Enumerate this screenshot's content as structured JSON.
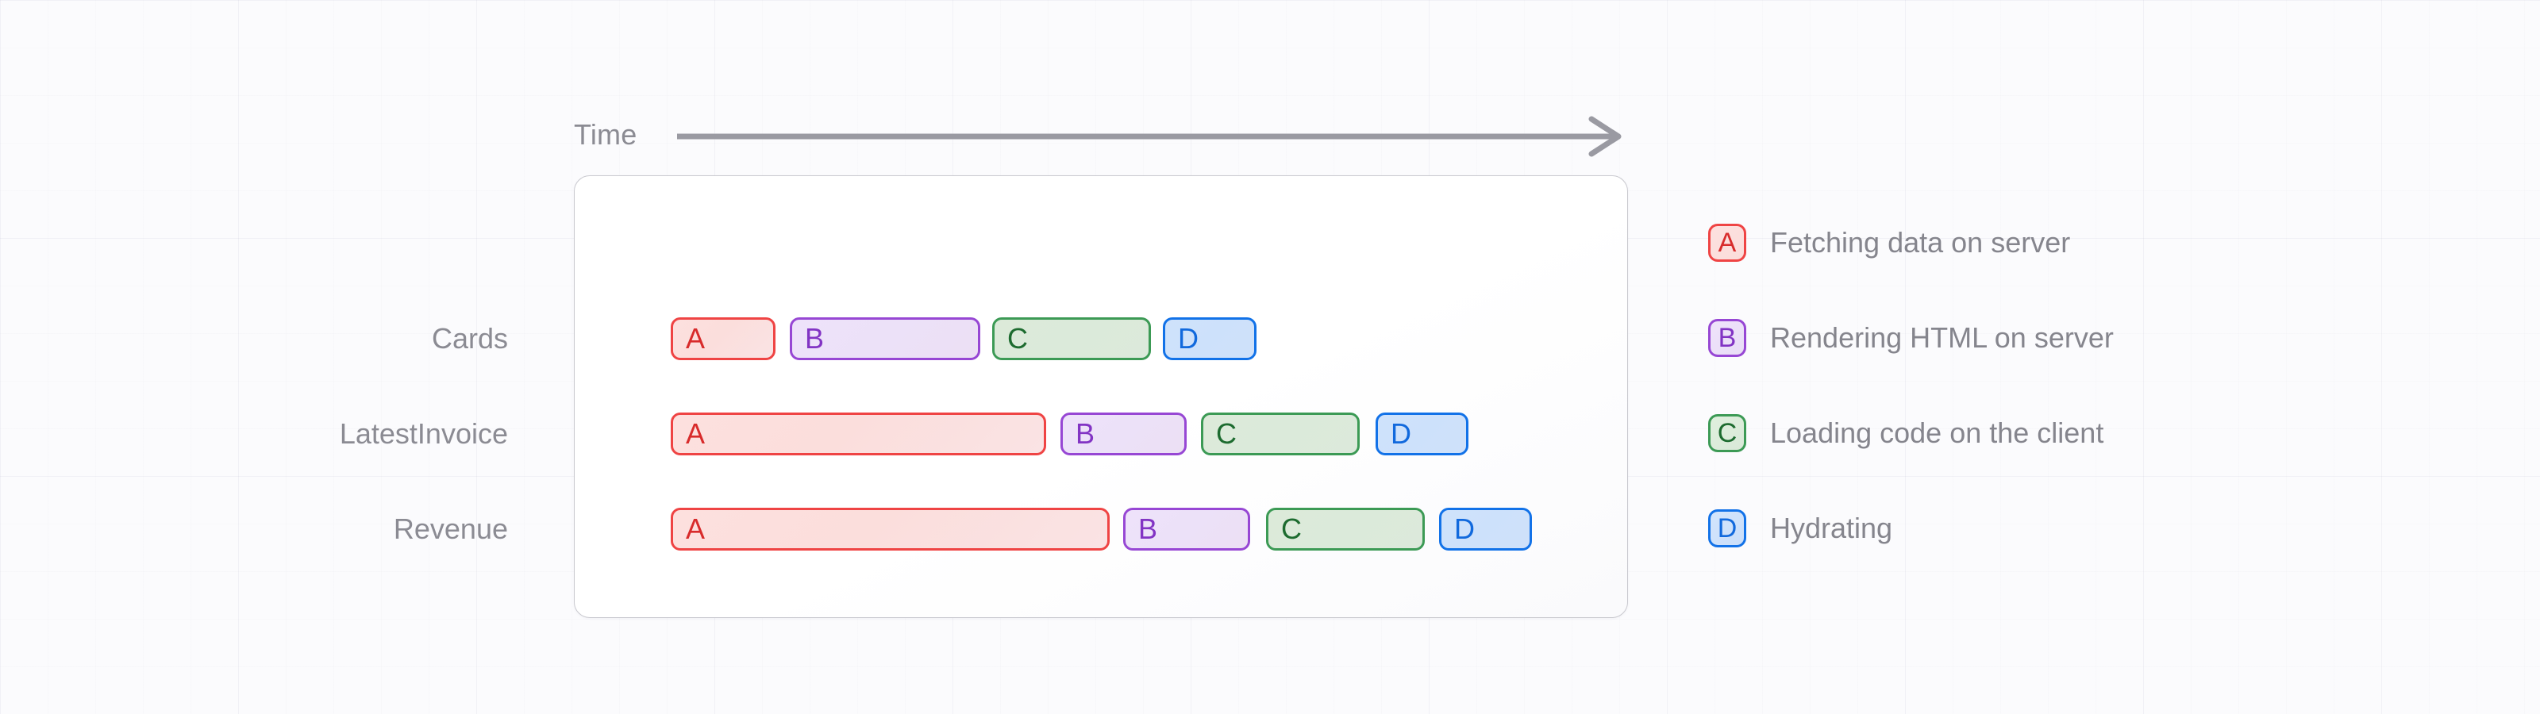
{
  "axis": {
    "label": "Time",
    "arrow_icon": "arrow-right-icon",
    "arrow_color": "#9a9aa2"
  },
  "diagram": {
    "type": "timeline-gantt",
    "steps": [
      {
        "key": "A",
        "letter": "A",
        "label": "Fetching data on server",
        "color": "#ef4444"
      },
      {
        "key": "B",
        "letter": "B",
        "label": "Rendering HTML on server",
        "color": "#9747d4"
      },
      {
        "key": "C",
        "letter": "C",
        "label": "Loading code on the client",
        "color": "#3c9a55"
      },
      {
        "key": "D",
        "letter": "D",
        "label": "Hydrating",
        "color": "#1272e8"
      }
    ],
    "rows": [
      {
        "name": "Cards",
        "segments": [
          {
            "step": "A",
            "letter": "A",
            "start": 845,
            "end": 977
          },
          {
            "step": "B",
            "letter": "B",
            "start": 995,
            "end": 1235
          },
          {
            "step": "C",
            "letter": "C",
            "start": 1250,
            "end": 1450
          },
          {
            "step": "D",
            "letter": "D",
            "start": 1465,
            "end": 1583
          }
        ]
      },
      {
        "name": "LatestInvoice",
        "segments": [
          {
            "step": "A",
            "letter": "A",
            "start": 845,
            "end": 1318
          },
          {
            "step": "B",
            "letter": "B",
            "start": 1336,
            "end": 1495
          },
          {
            "step": "C",
            "letter": "C",
            "start": 1513,
            "end": 1713
          },
          {
            "step": "D",
            "letter": "D",
            "start": 1733,
            "end": 1850
          }
        ]
      },
      {
        "name": "Revenue",
        "segments": [
          {
            "step": "A",
            "letter": "A",
            "start": 845,
            "end": 1398
          },
          {
            "step": "B",
            "letter": "B",
            "start": 1415,
            "end": 1575
          },
          {
            "step": "C",
            "letter": "C",
            "start": 1595,
            "end": 1795
          },
          {
            "step": "D",
            "letter": "D",
            "start": 1813,
            "end": 1930
          }
        ]
      }
    ]
  },
  "legend": {
    "items": [
      {
        "letter": "A",
        "label": "Fetching data on server"
      },
      {
        "letter": "B",
        "label": "Rendering HTML on server"
      },
      {
        "letter": "C",
        "label": "Loading code on the client"
      },
      {
        "letter": "D",
        "label": "Hydrating"
      }
    ]
  }
}
